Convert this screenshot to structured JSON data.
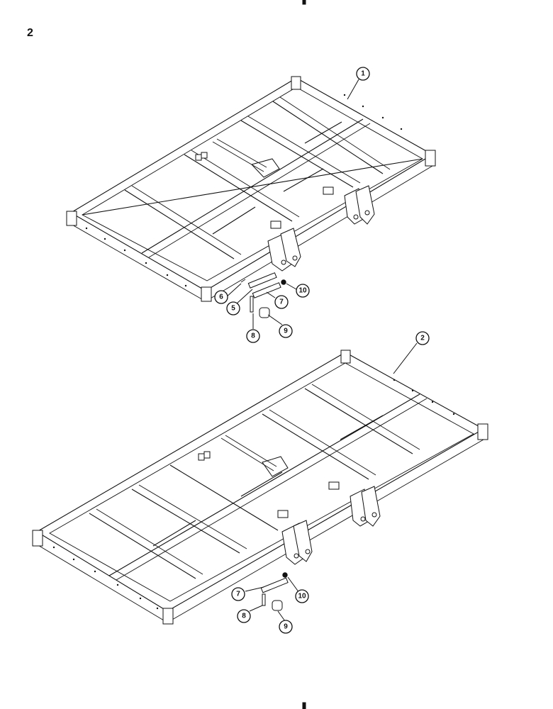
{
  "page": {
    "page_number": "2"
  },
  "diagram": {
    "assemblies": [
      {
        "id": "assembly-1",
        "callouts": [
          "1",
          "5",
          "6",
          "7",
          "8",
          "9",
          "10"
        ]
      },
      {
        "id": "assembly-2",
        "callouts": [
          "2",
          "7",
          "8",
          "9",
          "10"
        ]
      }
    ]
  },
  "callouts": {
    "c1": "1",
    "c2": "2",
    "a1_5": "5",
    "a1_6": "6",
    "a1_7": "7",
    "a1_8": "8",
    "a1_9": "9",
    "a1_10": "10",
    "a2_7": "7",
    "a2_8": "8",
    "a2_9": "9",
    "a2_10": "10"
  }
}
